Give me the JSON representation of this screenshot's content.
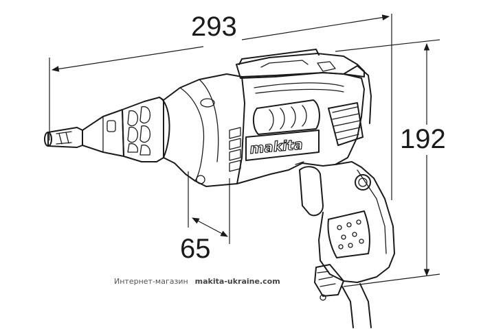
{
  "dimensions": {
    "length": "293",
    "height": "192",
    "depth": "65"
  },
  "brand": {
    "logo_text": "makita"
  },
  "watermark": {
    "label": "Интернет-магазин",
    "site": "makita-ukraine.com"
  },
  "colors": {
    "line": "#1a1a1a",
    "background": "#ffffff",
    "watermark": "#555555"
  }
}
